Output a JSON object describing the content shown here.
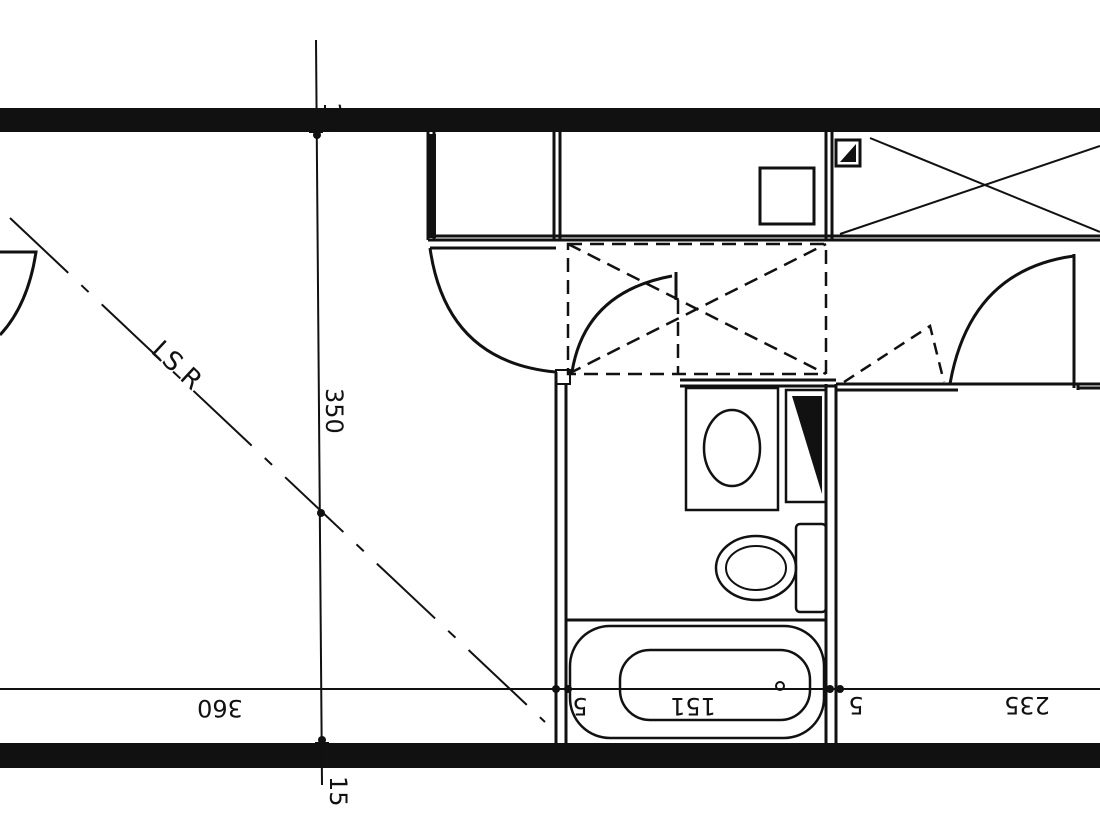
{
  "plan": {
    "dimensions": {
      "top_wall_thickness": "15",
      "bottom_wall_thickness": "15",
      "room_depth": "350",
      "left_room_width": "360",
      "bathroom_width": "151",
      "wall_left_of_bath": "5",
      "wall_right_of_bath": "5",
      "right_room_width": "235"
    },
    "annotation": "LS R"
  }
}
